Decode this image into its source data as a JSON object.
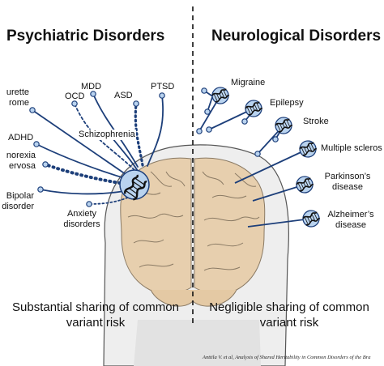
{
  "titles": {
    "left": "Psychiatric Disorders",
    "right": "Neurological Disorders"
  },
  "psychiatric": {
    "tourette": "urette\nrome",
    "ocd": "OCD",
    "mdd": "MDD",
    "asd": "ASD",
    "ptsd": "PTSD",
    "schizophrenia": "Schizophrenia",
    "adhd": "ADHD",
    "anorexia": "norexia\nervosa",
    "bipolar": "Bipolar\ndisorder",
    "anxiety": "Anxiety\ndisorders"
  },
  "neurological": {
    "migraine": "Migraine",
    "epilepsy": "Epilepsy",
    "stroke": "Stroke",
    "ms": "Multiple scleros",
    "parkinsons": "Parkinson’s\ndisease",
    "alzheimers": "Alzheimer’s\ndisease"
  },
  "summaries": {
    "left": "Substantial sharing of common\nvariant risk",
    "right": "Negligible sharing of common\nvariant risk"
  },
  "citation": "Anttila V. et al, Analysis of Shared Heritability in Common Disorders of the Bra",
  "colors": {
    "line": "#1d3f7a",
    "node": "#b9d3ef",
    "brain": "#e7cfae",
    "head": "#eeeeee"
  }
}
